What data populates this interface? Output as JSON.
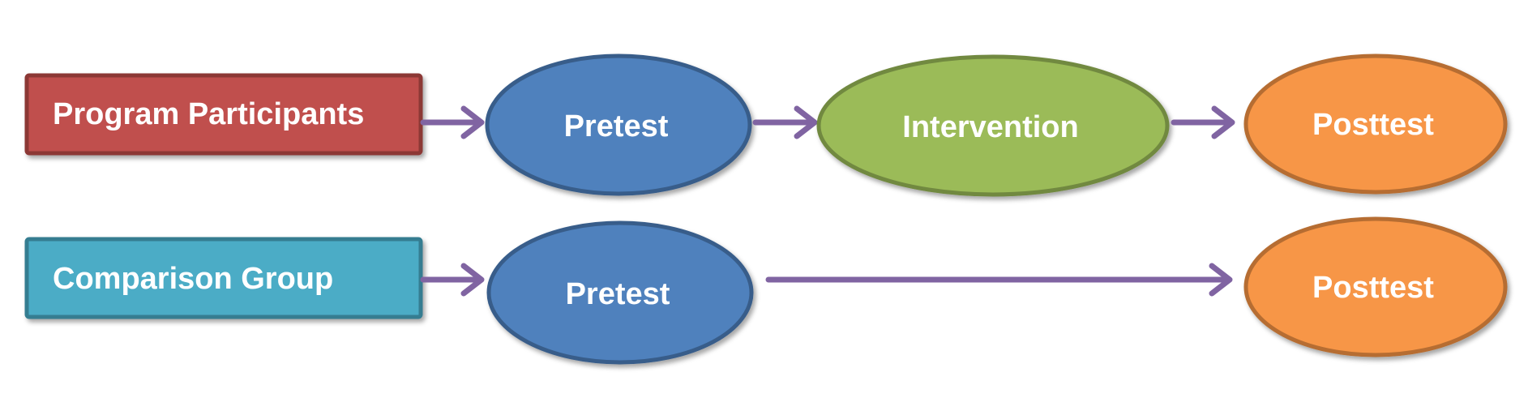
{
  "rows": [
    {
      "group": {
        "label": "Program Participants",
        "color": "#C0504D",
        "border": "#8C3836"
      },
      "pretest": {
        "label": "Pretest",
        "color": "#4F81BD",
        "border": "#385D8A"
      },
      "intervention": {
        "label": "Intervention",
        "color": "#9BBB59",
        "border": "#71893F"
      },
      "posttest": {
        "label": "Posttest",
        "color": "#F79646",
        "border": "#B66D31"
      }
    },
    {
      "group": {
        "label": "Comparison Group",
        "color": "#4BACC6",
        "border": "#357D91"
      },
      "pretest": {
        "label": "Pretest",
        "color": "#4F81BD",
        "border": "#385D8A"
      },
      "posttest": {
        "label": "Posttest",
        "color": "#F79646",
        "border": "#B66D31"
      }
    }
  ],
  "arrow_color": "#8064A2"
}
